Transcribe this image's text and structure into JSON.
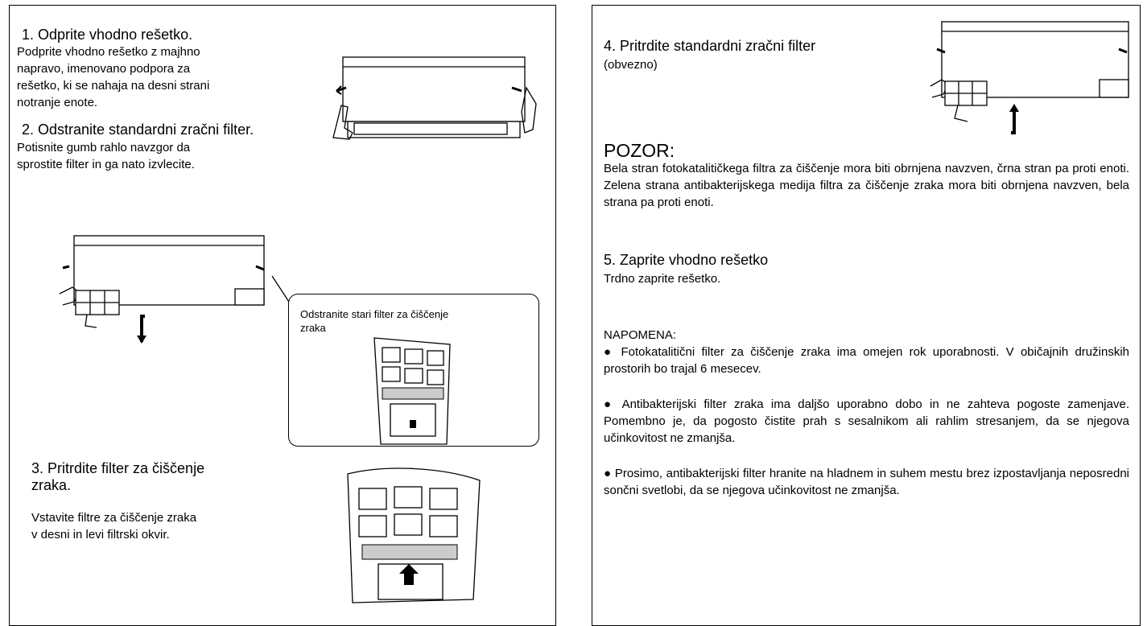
{
  "left": {
    "step1": {
      "title": "1. Odprite vhodno rešetko.",
      "lines": [
        "Podprite vhodno rešetko z majhno",
        "napravo, imenovano podpora za",
        "rešetko, ki se nahaja na desni strani",
        "notranje enote."
      ]
    },
    "step2": {
      "title": "2. Odstranite standardni zračni filter.",
      "lines": [
        "Potisnite gumb rahlo navzgor da",
        "sprostite filter in ga nato izvlecite."
      ]
    },
    "callout": {
      "lines": [
        "Odstranite stari filter za čiščenje",
        "zraka"
      ]
    },
    "step3": {
      "title_lines": [
        "3. Pritrdite filter za čiščenje",
        "zraka."
      ],
      "lines": [
        "Vstavite filtre za čiščenje zraka",
        "v desni in levi filtrski okvir."
      ]
    }
  },
  "right": {
    "step4": {
      "title": "4. Pritrdite standardni zračni filter",
      "note": "(obvezno)"
    },
    "caution": {
      "heading": "POZOR:",
      "text": "Bela stran fotokatalitičkega filtra za čiščenje mora biti obrnjena navzven, črna stran pa proti enoti. Zelena strana antibakterijskega medija filtra za čiščenje zraka mora biti obrnjena navzven, bela strana pa proti enoti."
    },
    "step5": {
      "title": "5. Zaprite vhodno rešetko",
      "text": "Trdno zaprite rešetko."
    },
    "note": {
      "heading": "NAPOMENA:",
      "items": [
        "● Fotokatalitični filter za čiščenje zraka ima omejen rok uporabnosti. V običajnih družinskih prostorih bo trajal 6 mesecev.",
        "● Antibakterijski filter zraka ima daljšo uporabno dobo in ne zahteva pogoste zamenjave. Pomembno je, da pogosto čistite prah s sesalnikom ali rahlim stresanjem, da se njegova učinkovitost ne zmanjša.",
        "● Prosimo, antibakterijski filter hranite na hladnem in suhem mestu brez izpostavljanja neposredni sončni svetlobi, da se njegova učinkovitost ne zmanjša."
      ]
    }
  }
}
